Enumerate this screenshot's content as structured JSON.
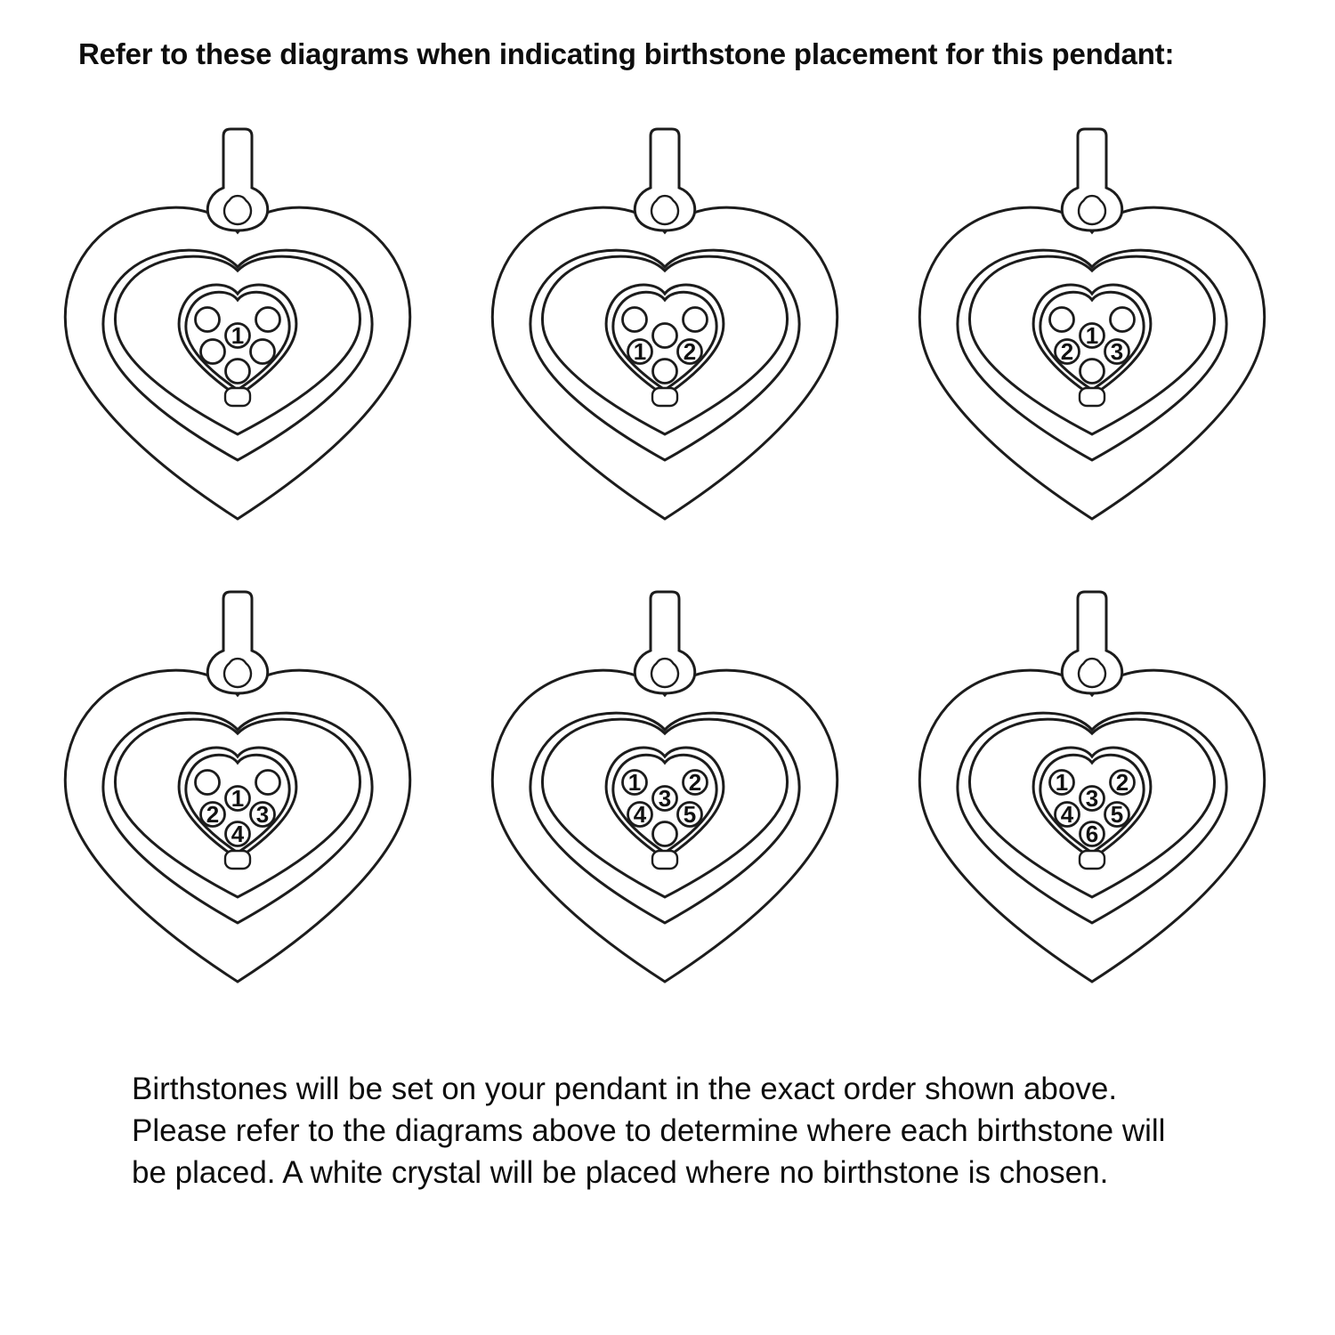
{
  "title": "Refer to these diagrams when indicating birthstone placement for this pendant:",
  "footer": "Birthstones will be set on your pendant in the exact order shown above. Please refer to the diagrams above to determine where each birthstone will be placed. A white crystal will be placed where no birthstone is chosen.",
  "colors": {
    "line": "#1c1c1c",
    "background": "#ffffff",
    "text": "#0d0d0d"
  },
  "stone_positions": [
    "top-left",
    "top-right",
    "center",
    "mid-left",
    "mid-right",
    "bottom"
  ],
  "pendants": [
    {
      "diagram": "1 stone",
      "stones": [
        "",
        "",
        "1",
        "",
        "",
        ""
      ]
    },
    {
      "diagram": "2 stones",
      "stones": [
        "",
        "",
        "",
        "1",
        "2",
        ""
      ]
    },
    {
      "diagram": "3 stones",
      "stones": [
        "",
        "",
        "1",
        "2",
        "3",
        ""
      ]
    },
    {
      "diagram": "4 stones",
      "stones": [
        "",
        "",
        "1",
        "2",
        "3",
        "4"
      ]
    },
    {
      "diagram": "5 stones",
      "stones": [
        "1",
        "2",
        "3",
        "4",
        "5",
        ""
      ]
    },
    {
      "diagram": "6 stones",
      "stones": [
        "1",
        "2",
        "3",
        "4",
        "5",
        "6"
      ]
    }
  ]
}
